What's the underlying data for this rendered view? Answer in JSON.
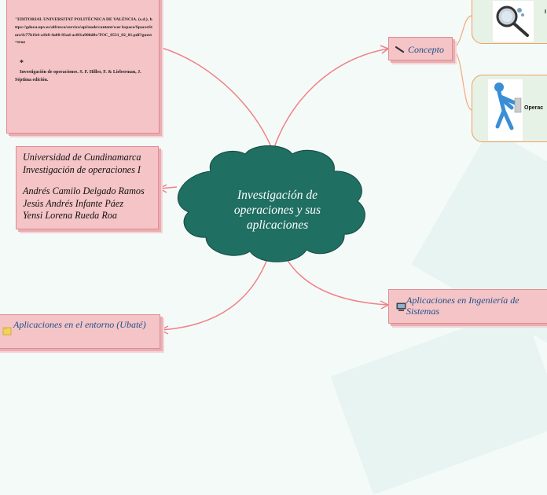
{
  "central": {
    "title": "Investigación de operaciones y sus aplicaciones"
  },
  "references": {
    "text1": "\"EDITORIAL UNIVERSITAT POLITÈCNICA DE VALÈNCIA. (s.d.). https://gdocu.upv.es/alfresco/service/api/node/content/wor kspace/SpacesStore/fc77b1b4-a1b8-4a08-83ad-ac8f1a900d0c/TOC_0531_02_01.pdf?guest=true",
    "star": "*",
    "text2": "Investigación de operaciones. S. F. Hiller, F. & Lieberman, J. Séptima edición."
  },
  "authors": {
    "university": "Universidad de Cundinamarca",
    "course": "Investigación de operaciones I",
    "names": [
      "Andrés Camilo Delgado Ramos",
      "Jesús Andrés Infante Páez",
      "Yensi Lorena Rueda Roa"
    ]
  },
  "topics": {
    "concepto": "Concepto",
    "sistemas": "Aplicaciones en Ingeniería de Sistemas",
    "entorno": "Aplicaciones en el entorno (Ubaté)"
  },
  "cards": {
    "mid_label": "Operac"
  },
  "icons": {
    "concepto": "pencil-icon",
    "sistemas": "computer-icon",
    "entorno": "folder-icon",
    "card_top": "magnifier-image",
    "card_mid": "figure-pushing-image"
  },
  "colors": {
    "cloud": "#1f6f62",
    "node": "#f5c4c6",
    "node_border": "#e08c92",
    "link": "#f08088",
    "text_blue": "#1a4f8a"
  }
}
